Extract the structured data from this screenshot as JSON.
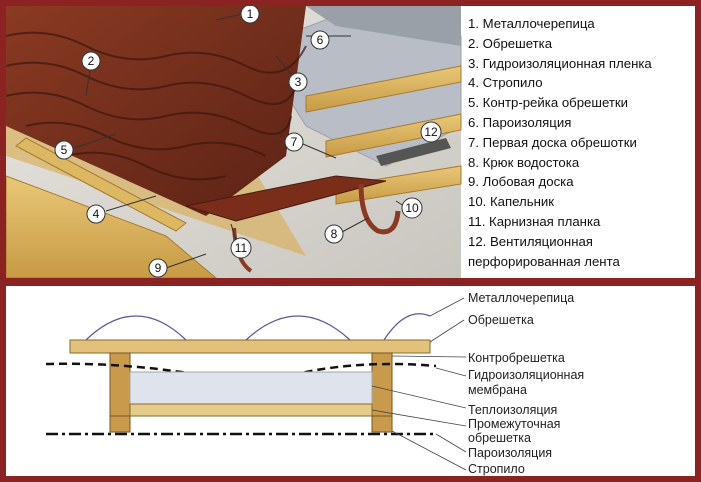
{
  "legend": [
    "1. Металлочерепица",
    "2. Обрешетка",
    "3. Гидроизоляционная пленка",
    "4. Стропило",
    "5. Контр-рейка обрешетки",
    "6. Пароизоляция",
    "7. Первая доска обрешотки",
    "8. Крюк водостока",
    "9. Лобовая доска",
    "10. Капельник",
    "11. Карнизная планка",
    "12. Вентиляционная",
    "перфорированная лента"
  ],
  "callouts": [
    "1",
    "2",
    "3",
    "4",
    "5",
    "6",
    "7",
    "8",
    "9",
    "10",
    "11",
    "12"
  ],
  "section_labels": {
    "metal_tile": "Металлочерепица",
    "lathing": "Обрешетка",
    "counter_lathing": "Контробрешетка",
    "membrane_1": "Гидроизоляционная",
    "membrane_2": "мембрана",
    "insulation": "Теплоизоляция",
    "intermediate_1": "Промежуточная",
    "intermediate_2": "обрешетка",
    "vapor": "Пароизоляция",
    "rafter": "Стропило"
  },
  "colors": {
    "frame": "#8b2323",
    "tile": "#6b2a1a",
    "wood": "#d9b45e",
    "membrane": "#b9bec6"
  }
}
